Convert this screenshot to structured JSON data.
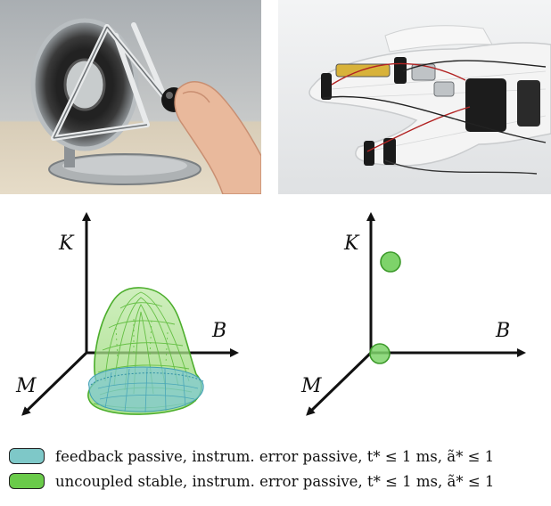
{
  "diagram_left": {
    "axes": {
      "k": "K",
      "b": "B",
      "m": "M"
    }
  },
  "diagram_right": {
    "axes": {
      "k": "K",
      "b": "B",
      "m": "M"
    }
  },
  "legend": [
    {
      "text": "feedback passive, instrum. error passive, t* ≤ 1 ms, ã* ≤ 1",
      "color": "#7ec8c8"
    },
    {
      "text": "uncoupled stable, instrum. error passive, t* ≤ 1 ms, ã* ≤ 1",
      "color": "#6acb4a"
    }
  ]
}
